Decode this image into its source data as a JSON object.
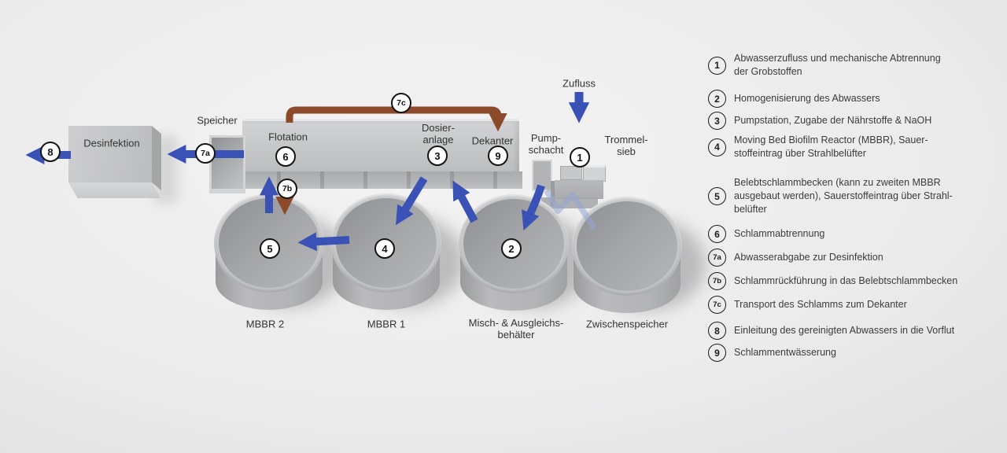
{
  "diagram": {
    "labels": {
      "desinfektion": "Desinfektion",
      "speicher": "Speicher",
      "flotation": "Flotation",
      "dosieranlage": "Dosier-\nanlage",
      "dekanter": "Dekanter",
      "pumpschacht": "Pump-\nschacht",
      "trommelsieb": "Trommel-\nsieb",
      "zufluss": "Zufluss"
    },
    "badges": {
      "n1": "1",
      "n2": "2",
      "n3": "3",
      "n4": "4",
      "n5": "5",
      "n6": "6",
      "n7a": "7a",
      "n7b": "7b",
      "n7c": "7c",
      "n8": "8",
      "n9": "9"
    },
    "tanks": [
      {
        "badge": "5",
        "label": "MBBR 2"
      },
      {
        "badge": "4",
        "label": "MBBR 1"
      },
      {
        "badge": "2",
        "label": "Misch- & Ausgleichs-\nbehälter"
      },
      {
        "badge": null,
        "label": "Zwischenspeicher"
      }
    ]
  },
  "legend": {
    "items": [
      {
        "badge": "1",
        "lines": [
          "Abwasserzufluss und mechanische Abtrennung",
          "der Grobstoffen"
        ]
      },
      {
        "badge": "2",
        "lines": [
          "Homogenisierung des Abwassers"
        ]
      },
      {
        "badge": "3",
        "lines": [
          "Pumpstation, Zugabe der Nährstoffe & NaOH"
        ]
      },
      {
        "badge": "4",
        "lines": [
          "Moving Bed Biofilm Reactor (MBBR), Sauer-",
          "stoffeintrag über Strahlbelüfter"
        ]
      },
      {
        "badge": "5",
        "lines": [
          "Belebtschlammbecken (kann zu zweiten MBBR",
          "ausgebaut werden), Sauerstoffeintrag über Strahl-",
          "belüfter"
        ]
      },
      {
        "badge": "6",
        "lines": [
          "Schlammabtrennung"
        ]
      },
      {
        "badge": "7a",
        "lines": [
          "Abwasserabgabe zur Desinfektion"
        ]
      },
      {
        "badge": "7b",
        "lines": [
          "Schlammrückführung in das Belebtschlammbecken"
        ]
      },
      {
        "badge": "7c",
        "lines": [
          "Transport des Schlamms zum Dekanter"
        ]
      },
      {
        "badge": "8",
        "lines": [
          "Einleitung des gereinigten Abwassers in die Vorflut"
        ]
      },
      {
        "badge": "9",
        "lines": [
          "Schlammentwässerung"
        ]
      }
    ]
  },
  "colors": {
    "arrow_blue": "#3a51b5",
    "arrow_brown": "#8d4a2b",
    "arrow_lightblue": "#93a7d4"
  }
}
